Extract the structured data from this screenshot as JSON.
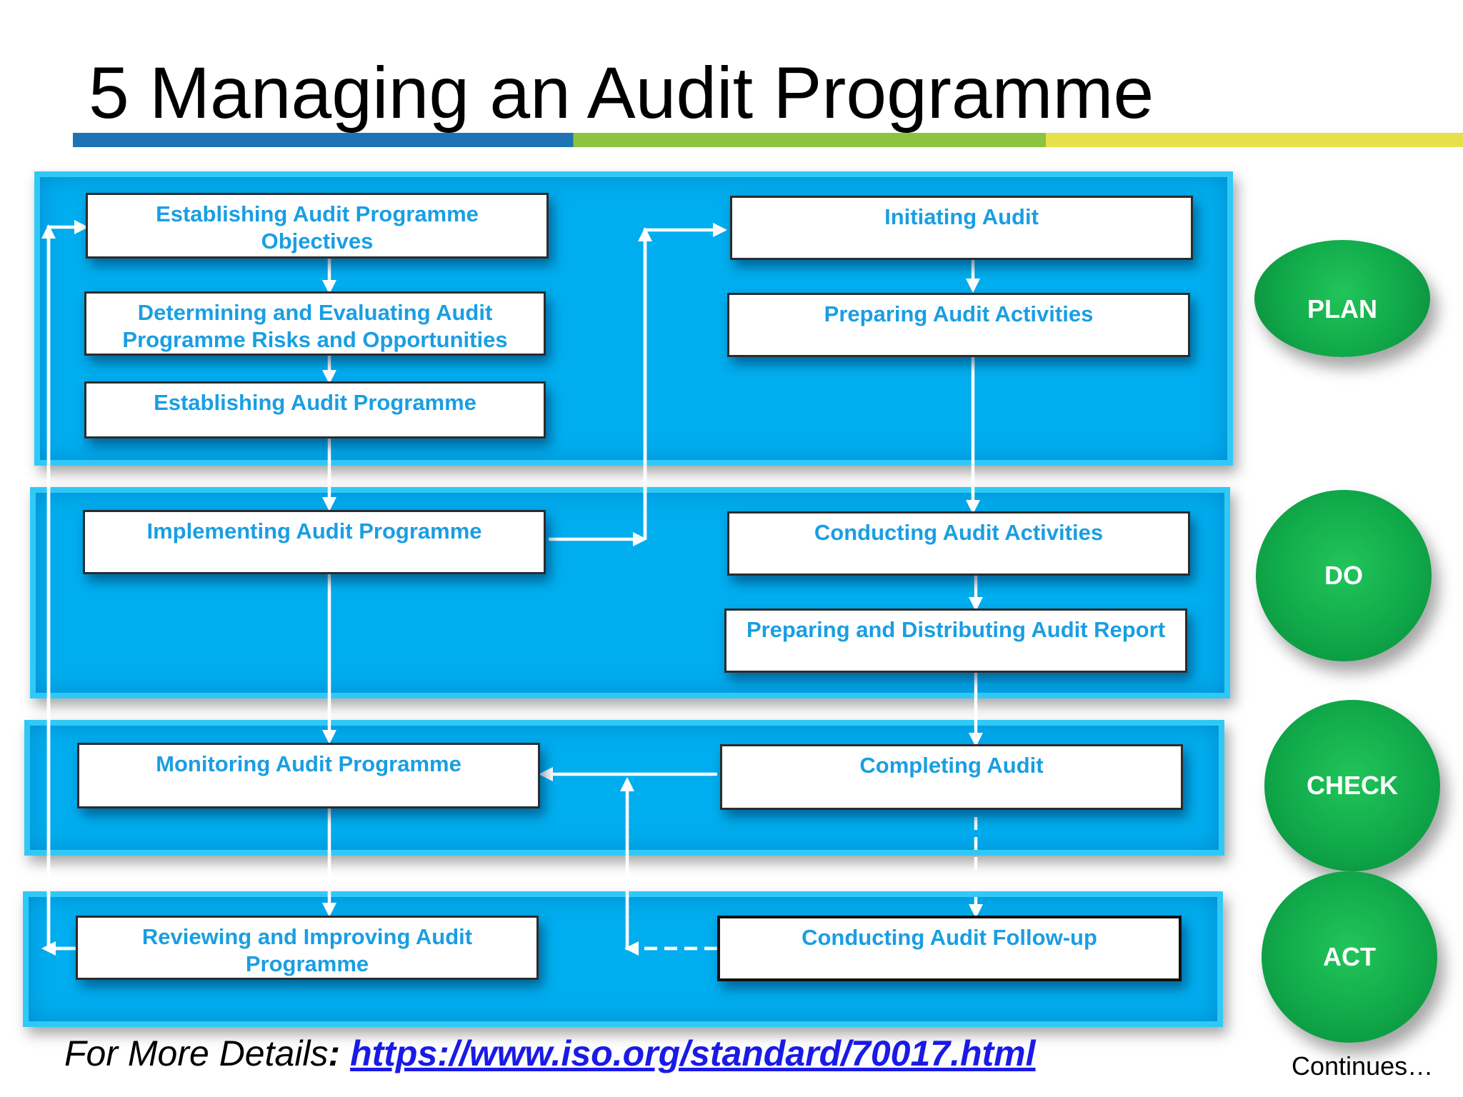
{
  "title": "5 Managing an Audit Programme",
  "left_column": {
    "objectives": "Establishing Audit Programme Objectives",
    "risks": "Determining and Evaluating Audit Programme Risks and Opportunities",
    "establishing": "Establishing Audit Programme",
    "implementing": "Implementing Audit Programme",
    "monitoring": "Monitoring Audit Programme",
    "reviewing": "Reviewing and Improving Audit Programme"
  },
  "right_column": {
    "initiating": "Initiating Audit",
    "preparing_activities": "Preparing Audit Activities",
    "conducting_activities": "Conducting Audit Activities",
    "report": "Preparing and Distributing Audit Report",
    "completing": "Completing Audit",
    "follow_up": "Conducting Audit Follow-up"
  },
  "phases": {
    "plan": "PLAN",
    "do": "DO",
    "check": "CHECK",
    "act": "ACT"
  },
  "footer": {
    "label_prefix": "For More Details",
    "colon": ":",
    "link": "https://www.iso.org/standard/70017.html",
    "continues": "Continues…"
  },
  "colors": {
    "band": "#00aeef",
    "box_text": "#1a9ee2",
    "circle": "#10a94a",
    "link": "#1a1ae6"
  }
}
